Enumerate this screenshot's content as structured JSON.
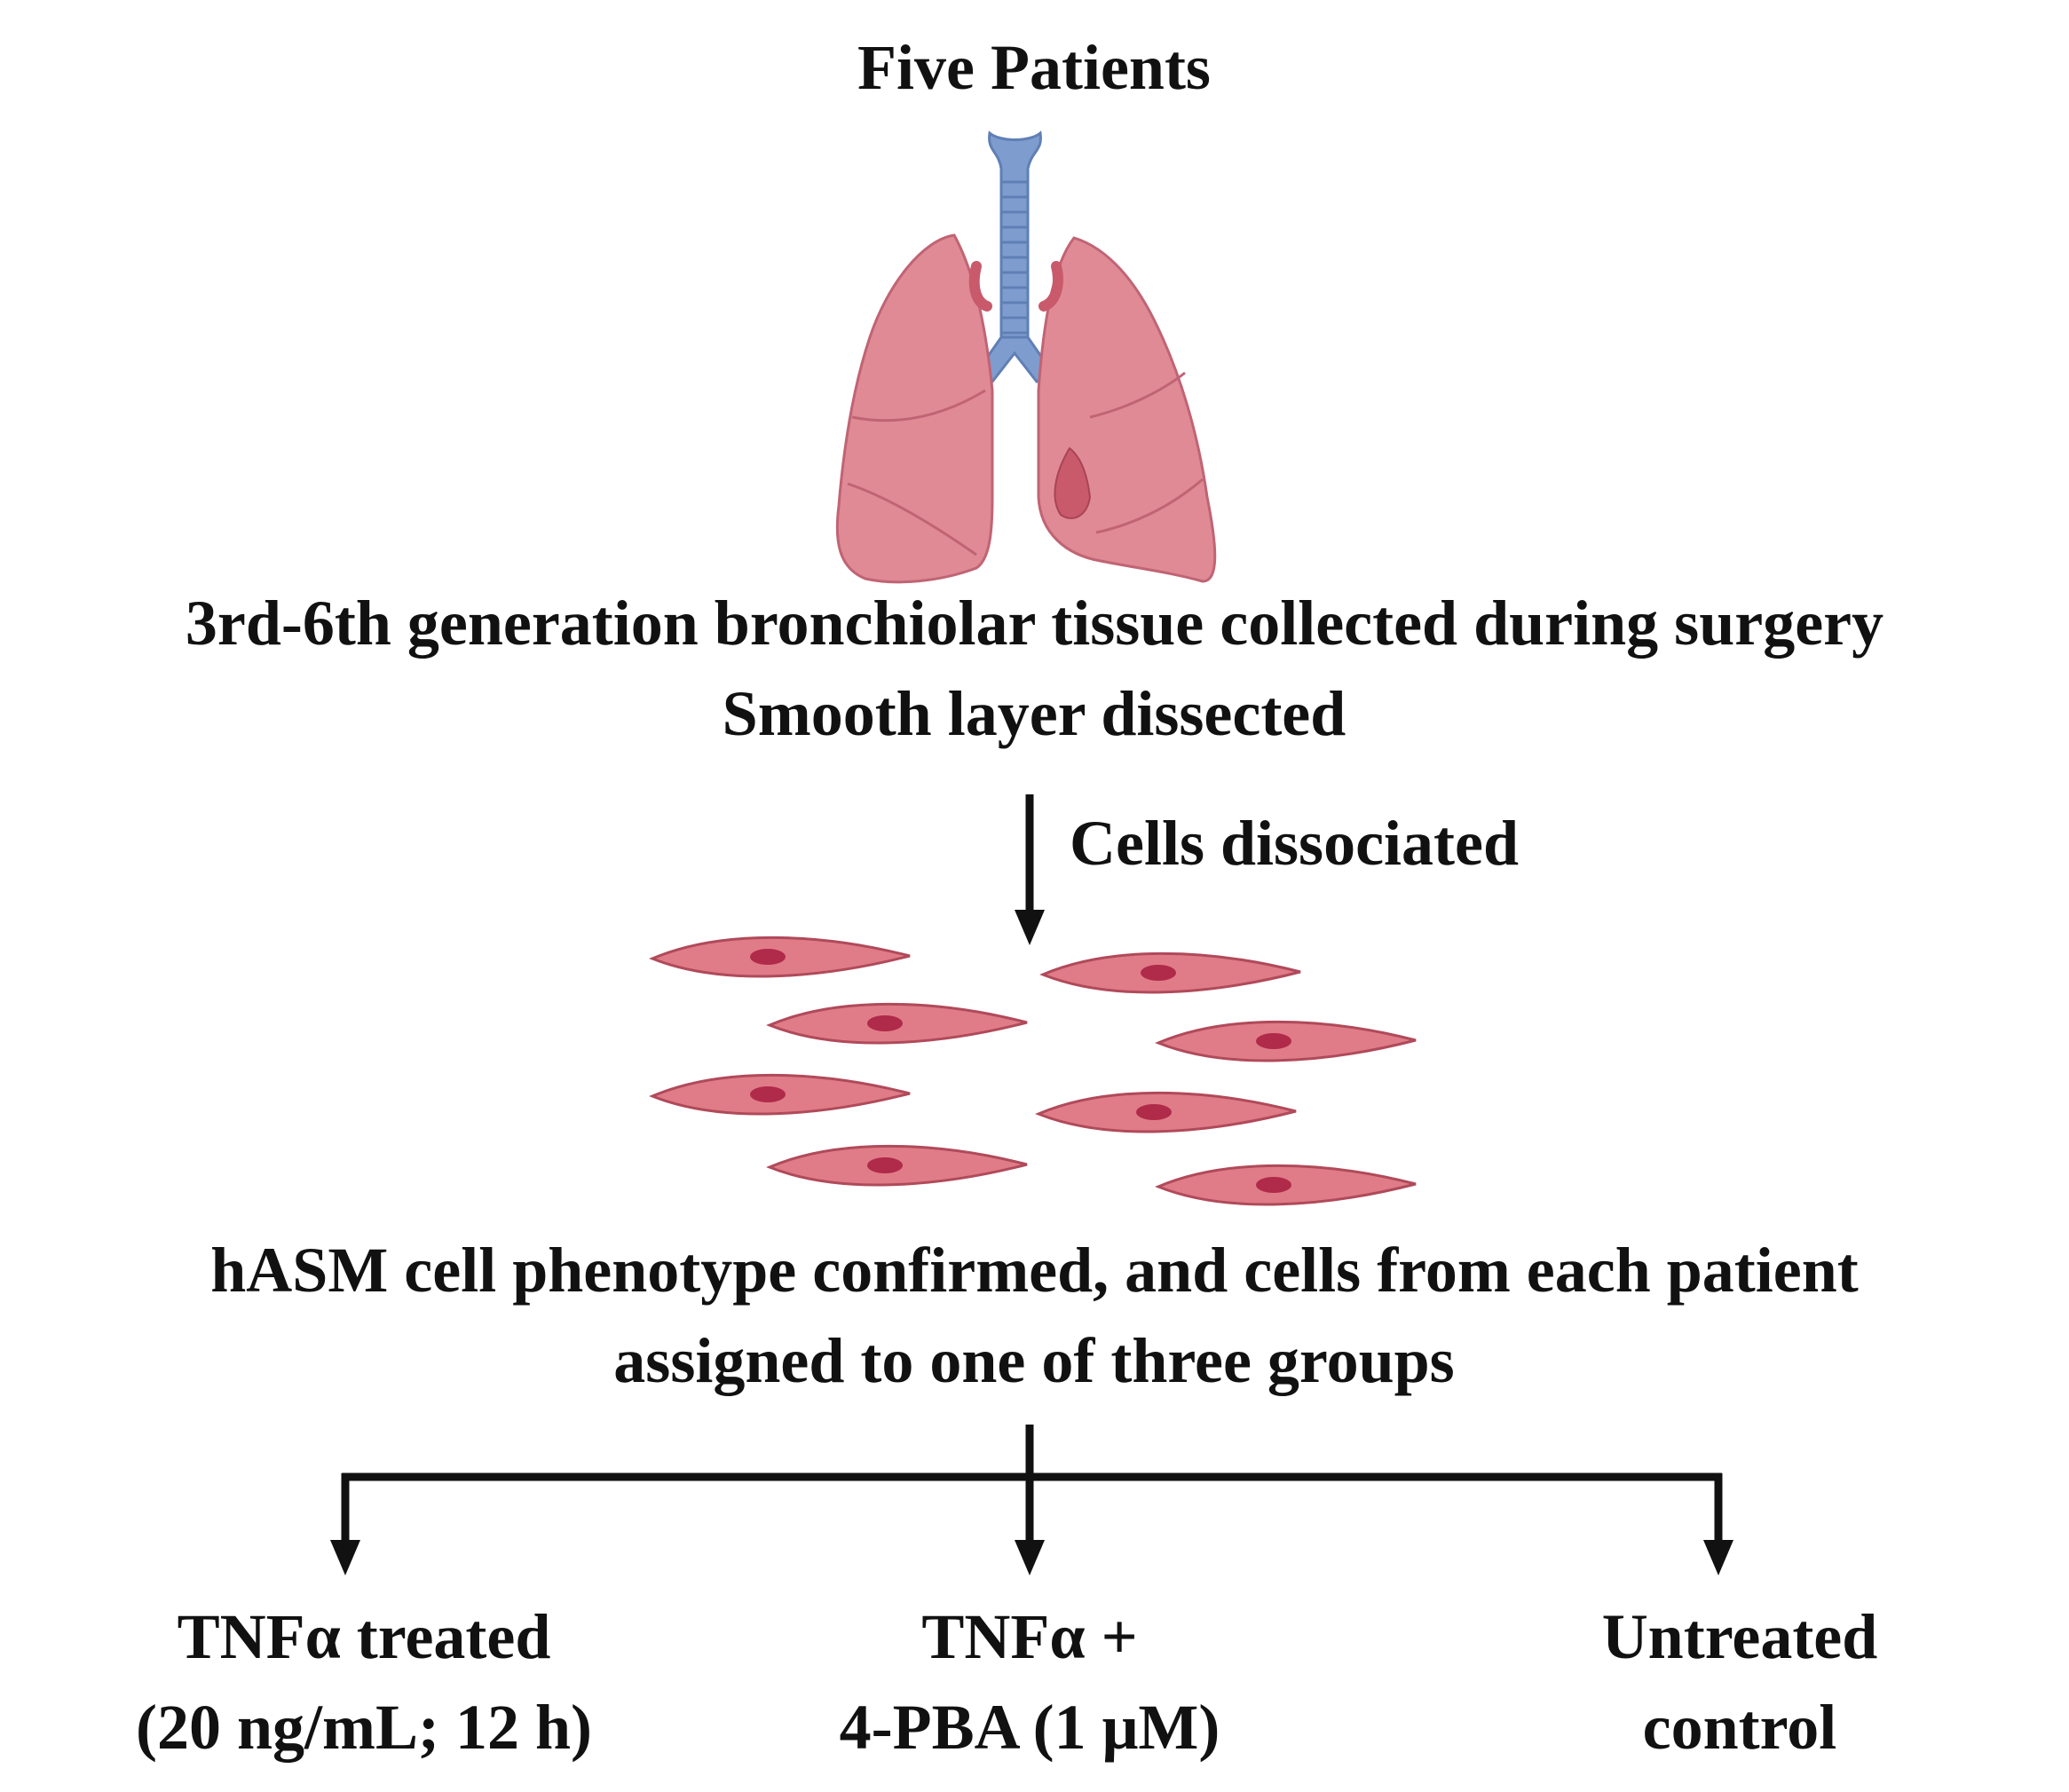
{
  "title": "Five Patients",
  "step_tissue": {
    "line1": "3rd-6th generation bronchiolar tissue collected during surgery",
    "line2": "Smooth layer dissected"
  },
  "arrow_label": "Cells dissociated",
  "step_assign": {
    "line1": "hASM cell phenotype confirmed, and cells from each patient",
    "line2": "assigned to one of three groups"
  },
  "groups": [
    {
      "line1": "TNFα treated",
      "line2": "(20 ng/mL; 12 h)"
    },
    {
      "line1": "TNFα +",
      "line2": "4-PBA (1 μM)"
    },
    {
      "line1": "Untreated",
      "line2": "control"
    }
  ],
  "icons": {
    "lungs": "lungs-icon",
    "cells": "smooth-muscle-cell-icon"
  },
  "colors": {
    "lung_fill": "#e08a96",
    "lung_dark": "#c85a6c",
    "trachea": "#7f9ccf",
    "cell_fill": "#e07c88",
    "nucleus": "#b02a4a",
    "arrow": "#111111"
  }
}
